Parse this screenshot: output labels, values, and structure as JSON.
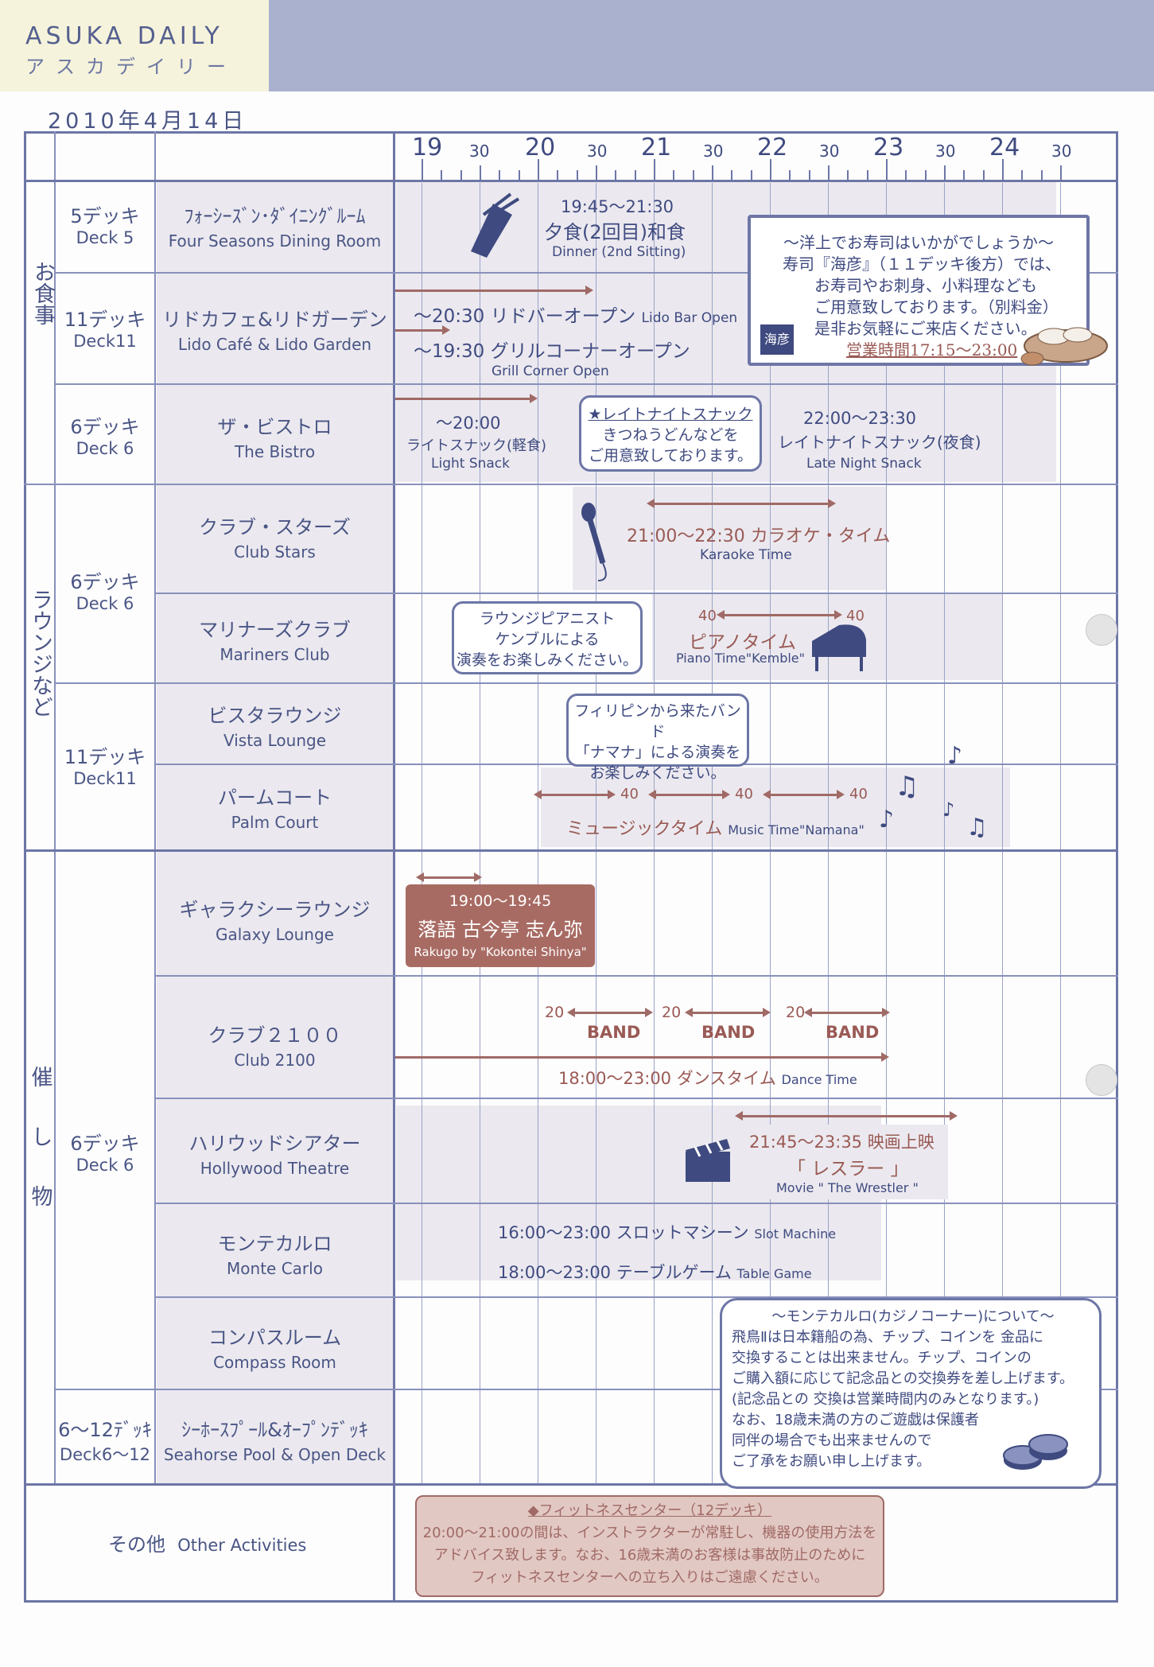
{
  "header": {
    "brand_en": "ASUKA DAILY",
    "brand_ja": "アスカデイリー",
    "date": "2010年4月14日"
  },
  "timeline": {
    "hours": [
      "19",
      "20",
      "21",
      "22",
      "23",
      "24"
    ],
    "half": "30"
  },
  "categories": {
    "dining": "お食事",
    "lounge": "ラウンジなど",
    "events": "催し物"
  },
  "decks": {
    "d5": {
      "ja": "5デッキ",
      "en": "Deck 5"
    },
    "d11a": {
      "ja": "11デッキ",
      "en": "Deck11"
    },
    "d6a": {
      "ja": "6デッキ",
      "en": "Deck 6"
    },
    "d6b": {
      "ja": "6デッキ",
      "en": "Deck 6"
    },
    "d11b": {
      "ja": "11デッキ",
      "en": "Deck11"
    },
    "d6c": {
      "ja": "6デッキ",
      "en": "Deck 6"
    },
    "d612": {
      "ja": "6～12ﾃﾞｯｷ",
      "en": "Deck6～12"
    }
  },
  "venues": {
    "four_seasons": {
      "ja": "ﾌｫｰｼｰｽﾞﾝ･ﾀﾞｲﾆﾝｸﾞﾙｰﾑ",
      "en": "Four Seasons Dining Room"
    },
    "lido": {
      "ja": "リドカフェ&リドガーデン",
      "en": "Lido Café & Lido Garden"
    },
    "bistro": {
      "ja": "ザ・ビストロ",
      "en": "The Bistro"
    },
    "club_stars": {
      "ja": "クラブ・スターズ",
      "en": "Club Stars"
    },
    "mariners": {
      "ja": "マリナーズクラブ",
      "en": "Mariners Club"
    },
    "vista": {
      "ja": "ビスタラウンジ",
      "en": "Vista Lounge"
    },
    "palm": {
      "ja": "パームコート",
      "en": "Palm Court"
    },
    "galaxy": {
      "ja": "ギャラクシーラウンジ",
      "en": "Galaxy Lounge"
    },
    "club2100": {
      "ja": "クラブ２１００",
      "en": "Club 2100"
    },
    "hollywood": {
      "ja": "ハリウッドシアター",
      "en": "Hollywood Theatre"
    },
    "monte": {
      "ja": "モンテカルロ",
      "en": "Monte Carlo"
    },
    "compass": {
      "ja": "コンパスルーム",
      "en": "Compass Room"
    },
    "seahorse": {
      "ja": "ｼｰﾎｰｽﾌﾟｰﾙ&ｵｰﾌﾟﾝﾃﾞｯｷ",
      "en": "Seahorse Pool & Open Deck"
    },
    "other": {
      "ja": "その他",
      "en": "Other Activities"
    }
  },
  "events": {
    "dinner_time": "19:45～21:30",
    "dinner_ja": "夕食(2回目)和食",
    "dinner_en": "Dinner (2nd Sitting)",
    "sushi": {
      "l1": "～洋上でお寿司はいかがでしょうか～",
      "l2": "寿司『海彦』（１１デッキ後方）では、",
      "l3": "お寿司やお刺身、小料理なども",
      "l4": "ご用意致しております。（別料金）",
      "l5": "是非お気軽にご来店ください。",
      "l6": "営業時間17:15～23:00"
    },
    "lido_bar_ja": "～20:30 リドバーオープン",
    "lido_bar_en": "Lido Bar Open",
    "grill_ja": "～19:30  グリルコーナーオープン",
    "grill_en": "Grill Corner Open",
    "light_time": "～20:00",
    "light_ja": "ライトスナック(軽食)",
    "light_en": "Light Snack",
    "late_callout": {
      "l1": "★レイトナイトスナック",
      "l2": "きつねうどんなどを",
      "l3": "ご用意致しております。"
    },
    "late_time": "22:00～23:30",
    "late_ja": "レイトナイトスナック(夜食)",
    "late_en": "Late Night Snack",
    "karaoke_ja": "21:00～22:30  カラオケ・タイム",
    "karaoke_en": "Karaoke Time",
    "piano_callout": {
      "l1": "ラウンジピアニスト",
      "l2": "ケンブルによる",
      "l3": "演奏をお楽しみください。"
    },
    "piano_40": "40",
    "piano_ja": "ピアノタイム",
    "piano_en": "Piano Time\"Kemble\"",
    "band_callout": {
      "l1": "フィリピンから来たバンド",
      "l2": "「ナマナ」による演奏を",
      "l3": "お楽しみください。"
    },
    "music_40": "40",
    "music_ja": "ミュージックタイム",
    "music_en": "Music Time\"Namana\"",
    "rakugo_time": "19:00～19:45",
    "rakugo_ja": "落語 古今亭 志ん弥",
    "rakugo_en": "Rakugo by \"Kokontei Shinya\"",
    "band_20": "20",
    "band": "BAND",
    "dance_ja": "18:00～23:00  ダンスタイム",
    "dance_en": "Dance Time",
    "movie_time": "21:45～23:35  映画上映",
    "movie_ja": "「 レスラー 」",
    "movie_en": "Movie \" The Wrestler \"",
    "slot_ja": "16:00～23:00  スロットマシーン",
    "slot_en": "Slot Machine",
    "table_ja": "18:00～23:00  テーブルゲーム",
    "table_en": "Table Game",
    "casino": {
      "l1": "～モンテカルロ(カジノコーナー)について～",
      "l2": "飛鳥Ⅱは日本籍船の為、チップ、コインを 金品に",
      "l3": "交換することは出来ません。チップ、コインの",
      "l4": "ご購入額に応じて記念品との交換券を差し上げます。",
      "l5": "(記念品との 交換は営業時間内のみとなります。)",
      "l6": "なお、18歳未満の方のご遊戯は保護者",
      "l7": "同伴の場合でも出来ませんので",
      "l8": "ご了承をお願い申し上げます。"
    },
    "fitness": {
      "l1": "◆フィットネスセンター（12デッキ）",
      "l2": "20:00～21:00の間は、インストラクターが常駐し、機器の使用方法を",
      "l3": "アドバイス致します。なお、16歳未満のお客様は事故防止のために",
      "l4": "フィットネスセンターへの立ち入りはご遠慮ください。"
    },
    "sushi_logo": "海彦"
  },
  "colors": {
    "frame": "#6d76a6",
    "text": "#3f4a80",
    "accent": "#a06a66",
    "shade": "#ebe9ef"
  },
  "icons": [
    "chopsticks-icon",
    "microphone-icon",
    "grand-piano-icon",
    "music-notes-icon",
    "clapperboard-icon",
    "casino-chips-icon",
    "sushi-icon"
  ]
}
